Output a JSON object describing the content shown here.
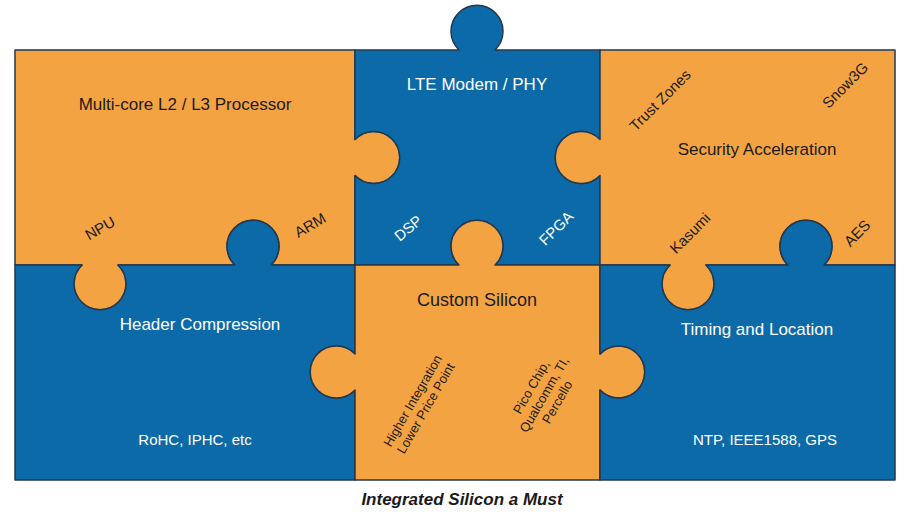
{
  "diagram": {
    "caption": "Integrated Silicon a Must",
    "nodes": [
      {
        "text": [
          "Multi-core L2 / L3 Processor",
          "NPU",
          "ARM"
        ]
      },
      {
        "text": [
          "LTE Modem / PHY",
          "DSP",
          "FPGA"
        ]
      },
      {
        "text": [
          "Trust Zones",
          "Snow3G",
          "Security Acceleration",
          "Kasumi",
          "AES"
        ]
      },
      {
        "text": [
          "Header Compression",
          "RoHC, IPHC, etc"
        ]
      },
      {
        "text": [
          "Custom Silicon",
          "Higher Integration Lower Price Point",
          "Pico Chip, Qualcomm, TI, Percello"
        ]
      },
      {
        "text": [
          "Timing and Location",
          "NTP, IEEE1588, GPS"
        ]
      }
    ]
  }
}
